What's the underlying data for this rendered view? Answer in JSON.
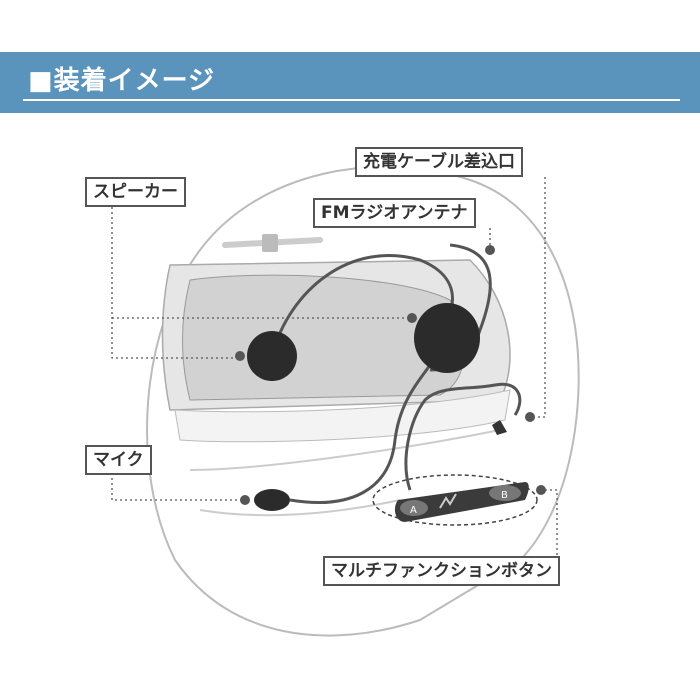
{
  "header": {
    "title": "■装着イメージ"
  },
  "labels": {
    "charging_port": "充電ケーブル差込口",
    "speaker": "スピーカー",
    "fm_antenna": "FMラジオアンテナ",
    "mic": "マイク",
    "multifunction_button": "マルチファンクションボタン"
  },
  "device": {
    "button_a": "A",
    "button_b": "B"
  },
  "colors": {
    "banner": "#5a93bc",
    "label_border": "#555555",
    "speaker": "#2b2b2b"
  }
}
